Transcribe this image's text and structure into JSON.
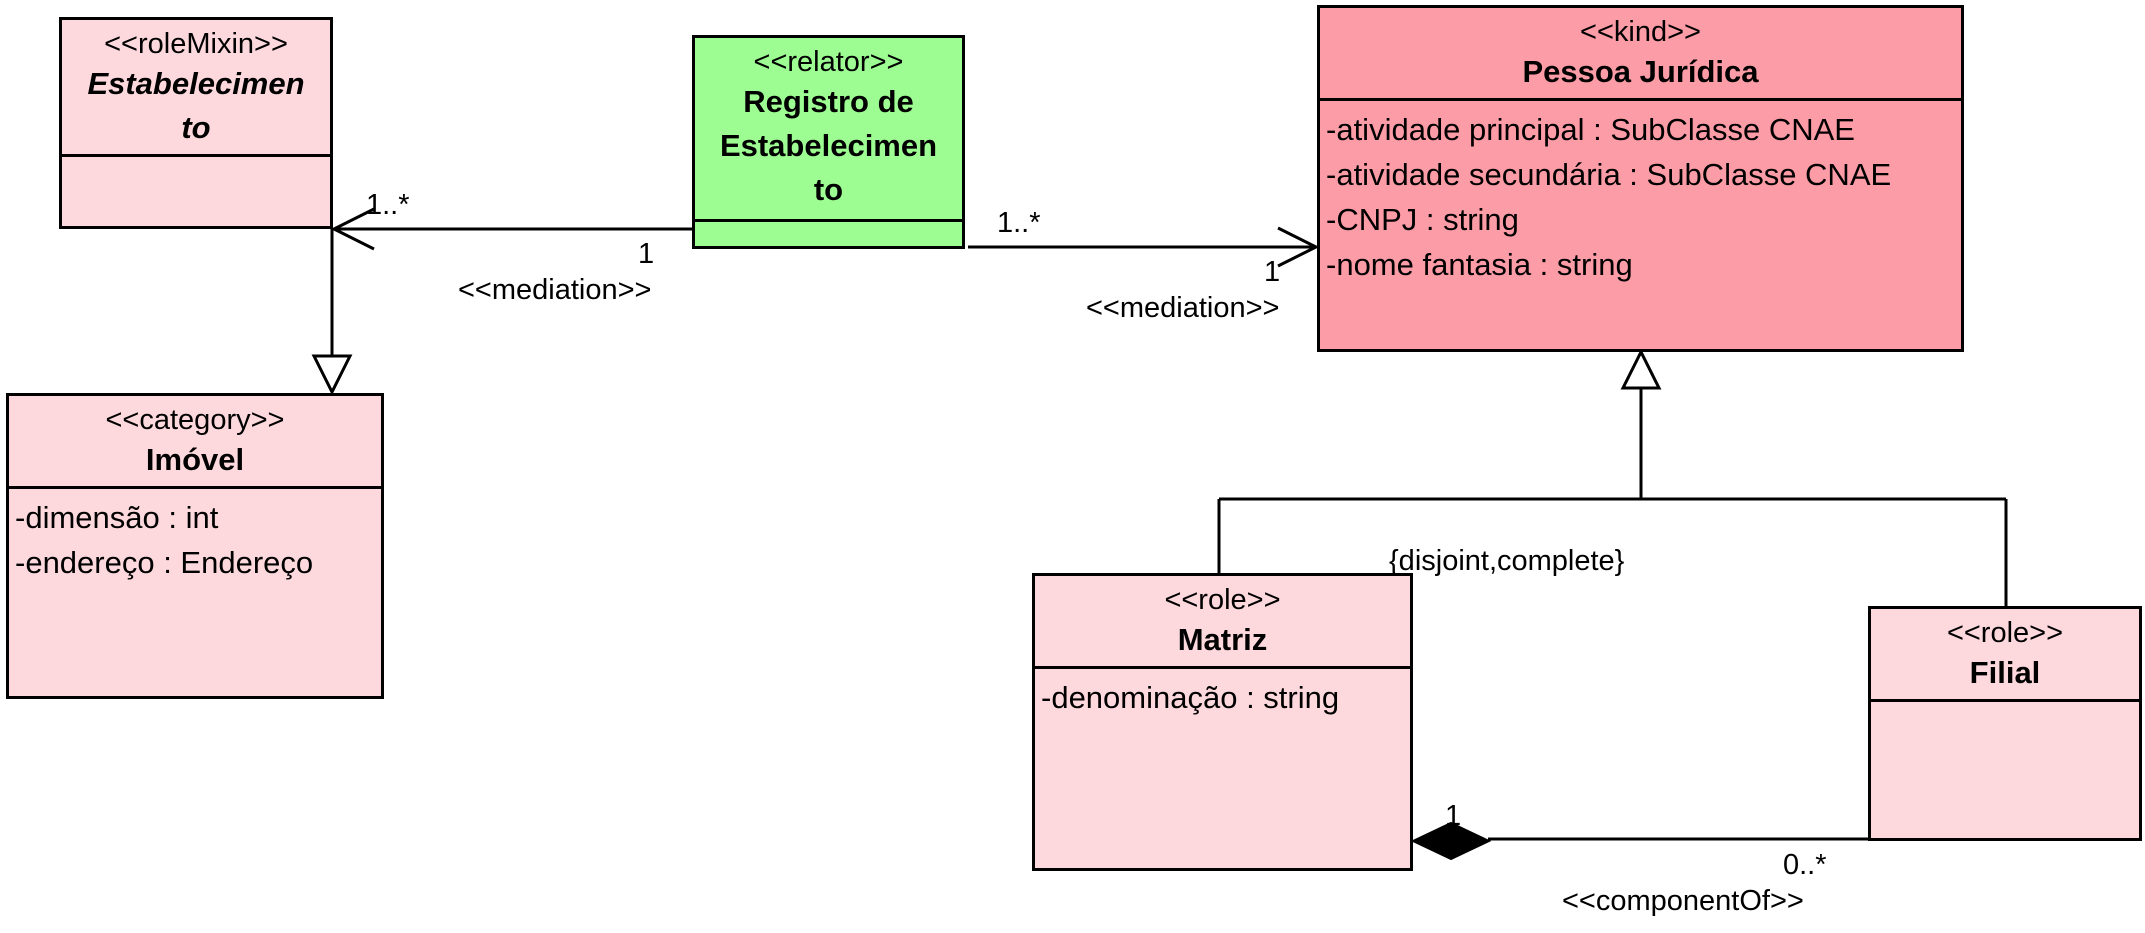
{
  "classes": {
    "estabelecimento": {
      "stereotype": "<<roleMixin>>",
      "name_line1": "Estabelecimen",
      "name_line2": "to",
      "attributes": []
    },
    "registro": {
      "stereotype": "<<relator>>",
      "name_line1": "Registro de",
      "name_line2": "Estabelecimen",
      "name_line3": "to",
      "attributes": []
    },
    "pessoa_juridica": {
      "stereotype": "<<kind>>",
      "name": "Pessoa Jurídica",
      "attributes": [
        "-atividade principal : SubClasse CNAE",
        "-atividade secundária : SubClasse CNAE",
        "-CNPJ : string",
        "-nome fantasia : string"
      ]
    },
    "imovel": {
      "stereotype": "<<category>>",
      "name": "Imóvel",
      "attributes": [
        "-dimensão : int",
        "-endereço : Endereço"
      ]
    },
    "matriz": {
      "stereotype": "<<role>>",
      "name": "Matriz",
      "attributes": [
        "-denominação : string"
      ]
    },
    "filial": {
      "stereotype": "<<role>>",
      "name": "Filial",
      "attributes": []
    }
  },
  "associations": {
    "mediation_left": {
      "stereotype": "<<mediation>>",
      "mult_target": "1..*",
      "mult_source": "1"
    },
    "mediation_right": {
      "stereotype": "<<mediation>>",
      "mult_source": "1..*",
      "mult_target": "1"
    },
    "component_of": {
      "stereotype": "<<componentOf>>",
      "mult_whole": "1",
      "mult_part": "0..*"
    }
  },
  "generalization_set": {
    "constraint": "{disjoint,complete}"
  },
  "colors": {
    "relator": "#9dfd92",
    "kind": "#fc9ca6",
    "role": "#fdd9dd",
    "line": "#000000"
  }
}
